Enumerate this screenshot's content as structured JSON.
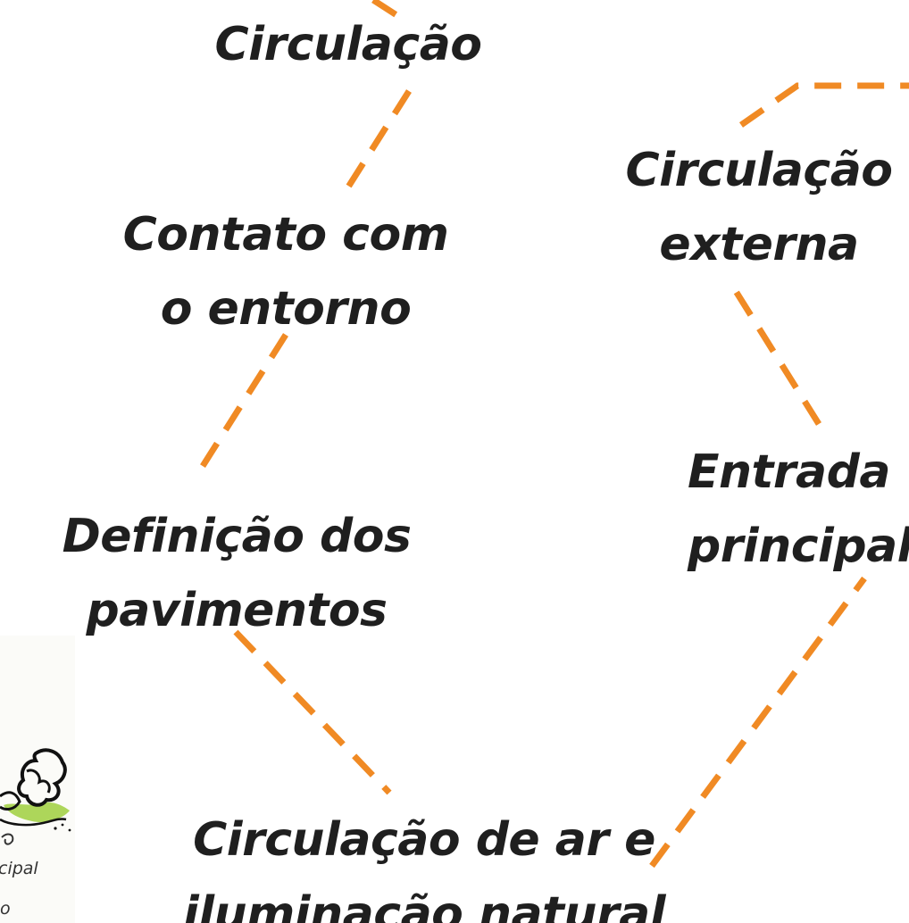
{
  "colors": {
    "connector": "#F08A24",
    "text": "#1f1f1f",
    "sketch_green": "#9ACD32",
    "sketch_ink": "#111111"
  },
  "nodes": {
    "circulacao": {
      "lines": [
        "Circulação"
      ]
    },
    "contato": {
      "lines": [
        "Contato com",
        "o entorno"
      ]
    },
    "circulacao_externa": {
      "lines": [
        "Circulação",
        "externa"
      ]
    },
    "entrada": {
      "lines": [
        "Entrada",
        "principal"
      ]
    },
    "definicao": {
      "lines": [
        "Definição dos",
        "pavimentos"
      ]
    },
    "circulacao_ar": {
      "lines": [
        "Circulação de ar e",
        "iluminação natural"
      ]
    }
  },
  "logo": {
    "caption_1": "cipal",
    "caption_2": "o"
  }
}
